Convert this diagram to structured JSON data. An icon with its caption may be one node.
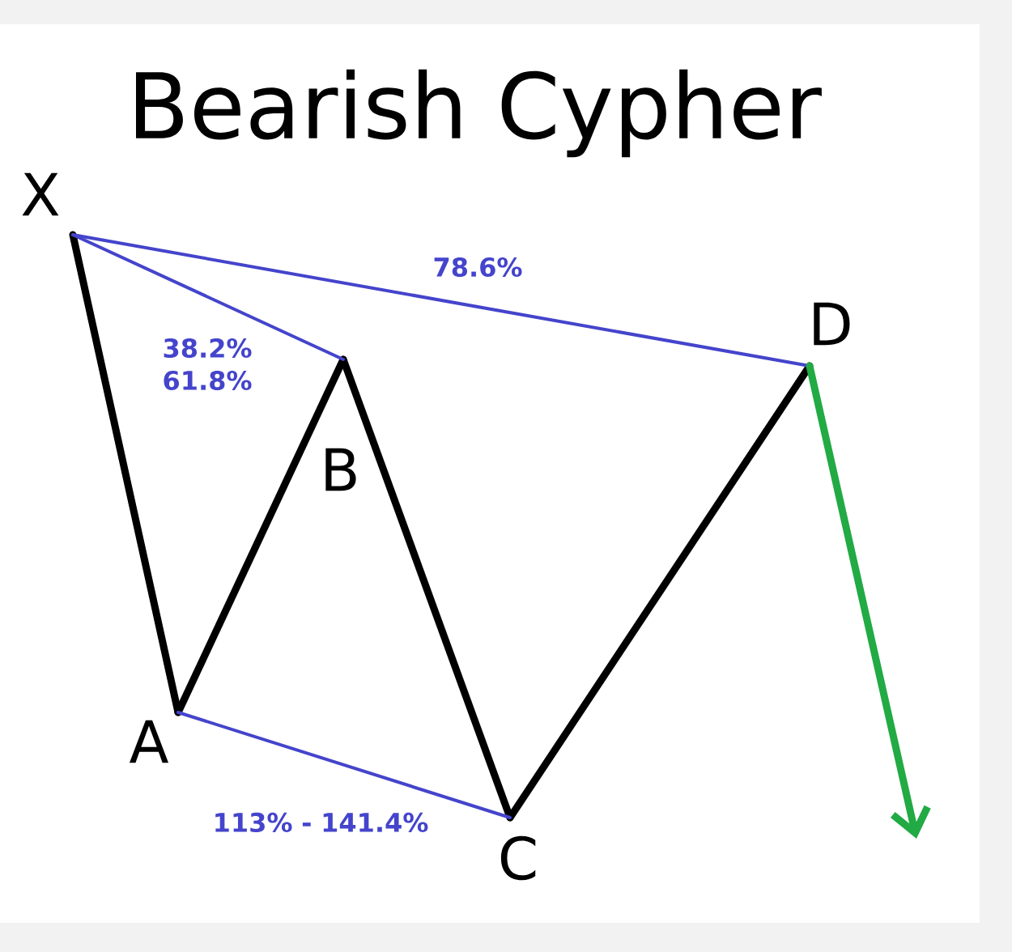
{
  "diagram": {
    "title": "Bearish Cypher",
    "nodes": [
      {
        "text": [
          "X"
        ]
      },
      {
        "text": [
          "A"
        ]
      },
      {
        "text": [
          "B"
        ]
      },
      {
        "text": [
          "C"
        ]
      },
      {
        "text": [
          "D"
        ]
      }
    ],
    "edges": [
      {
        "from": 0,
        "to": 1,
        "arrow": "none"
      },
      {
        "from": 1,
        "to": 2,
        "arrow": "none"
      },
      {
        "from": 2,
        "to": 3,
        "arrow": "none"
      },
      {
        "from": 3,
        "to": 4,
        "arrow": "none"
      },
      {
        "from": 0,
        "to": 2,
        "arrow": "none",
        "color": "#4444cc",
        "label": "38.2% 61.8%"
      },
      {
        "from": 0,
        "to": 4,
        "arrow": "none",
        "color": "#4444cc",
        "label": "78.6%"
      },
      {
        "from": 1,
        "to": 3,
        "arrow": "none",
        "color": "#4444cc",
        "label": "113% - 141.4%"
      },
      {
        "from": 4,
        "to": null,
        "arrow": "to",
        "color": "#22aa44"
      }
    ]
  }
}
